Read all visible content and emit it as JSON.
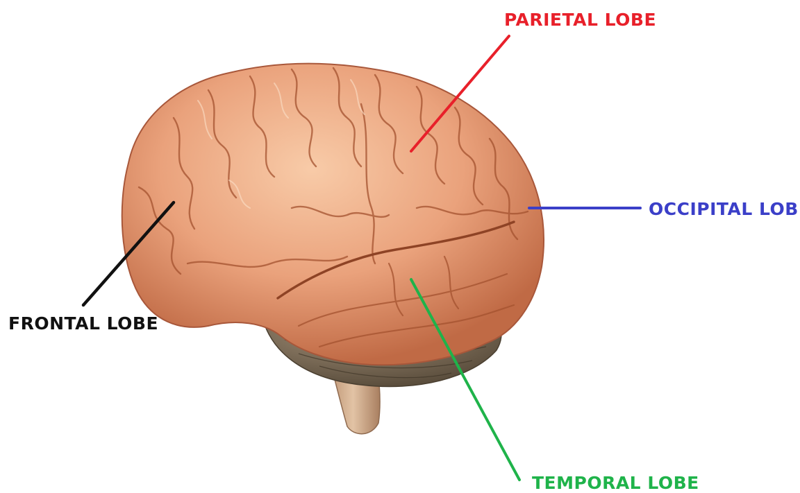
{
  "labels": {
    "parietal": {
      "text": "PARIETAL LOBE",
      "color": "#e8202a"
    },
    "occipital": {
      "text": "OCCIPITAL LOBE",
      "color": "#3b3fc8"
    },
    "frontal": {
      "text": "FRONTAL LOBE",
      "color": "#111111"
    },
    "temporal": {
      "text": "TEMPORAL LOBE",
      "color": "#1fb34a"
    }
  },
  "colors": {
    "brain_base": "#e9a07a",
    "brain_highlight": "#f6c29f",
    "brain_shadow": "#b8623f",
    "cerebellum": "#7d6d57",
    "brainstem": "#c9a585",
    "background": "#ffffff"
  }
}
